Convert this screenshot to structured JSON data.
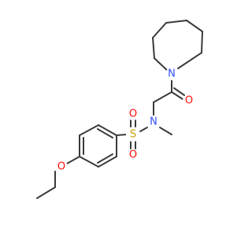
{
  "molecule": {
    "atoms": [
      {
        "id": "N1",
        "symbol": "N",
        "color": "#3050f8"
      },
      {
        "id": "O1",
        "symbol": "O",
        "color": "#ff0d0d"
      },
      {
        "id": "S1",
        "symbol": "S",
        "color": "#c8a000"
      },
      {
        "id": "O2",
        "symbol": "O",
        "color": "#ff0d0d"
      },
      {
        "id": "O3",
        "symbol": "O",
        "color": "#ff0d0d"
      },
      {
        "id": "N2",
        "symbol": "N",
        "color": "#3050f8"
      },
      {
        "id": "O4",
        "symbol": "O",
        "color": "#ff0d0d"
      }
    ],
    "bond_color": "#3a3a3a"
  }
}
